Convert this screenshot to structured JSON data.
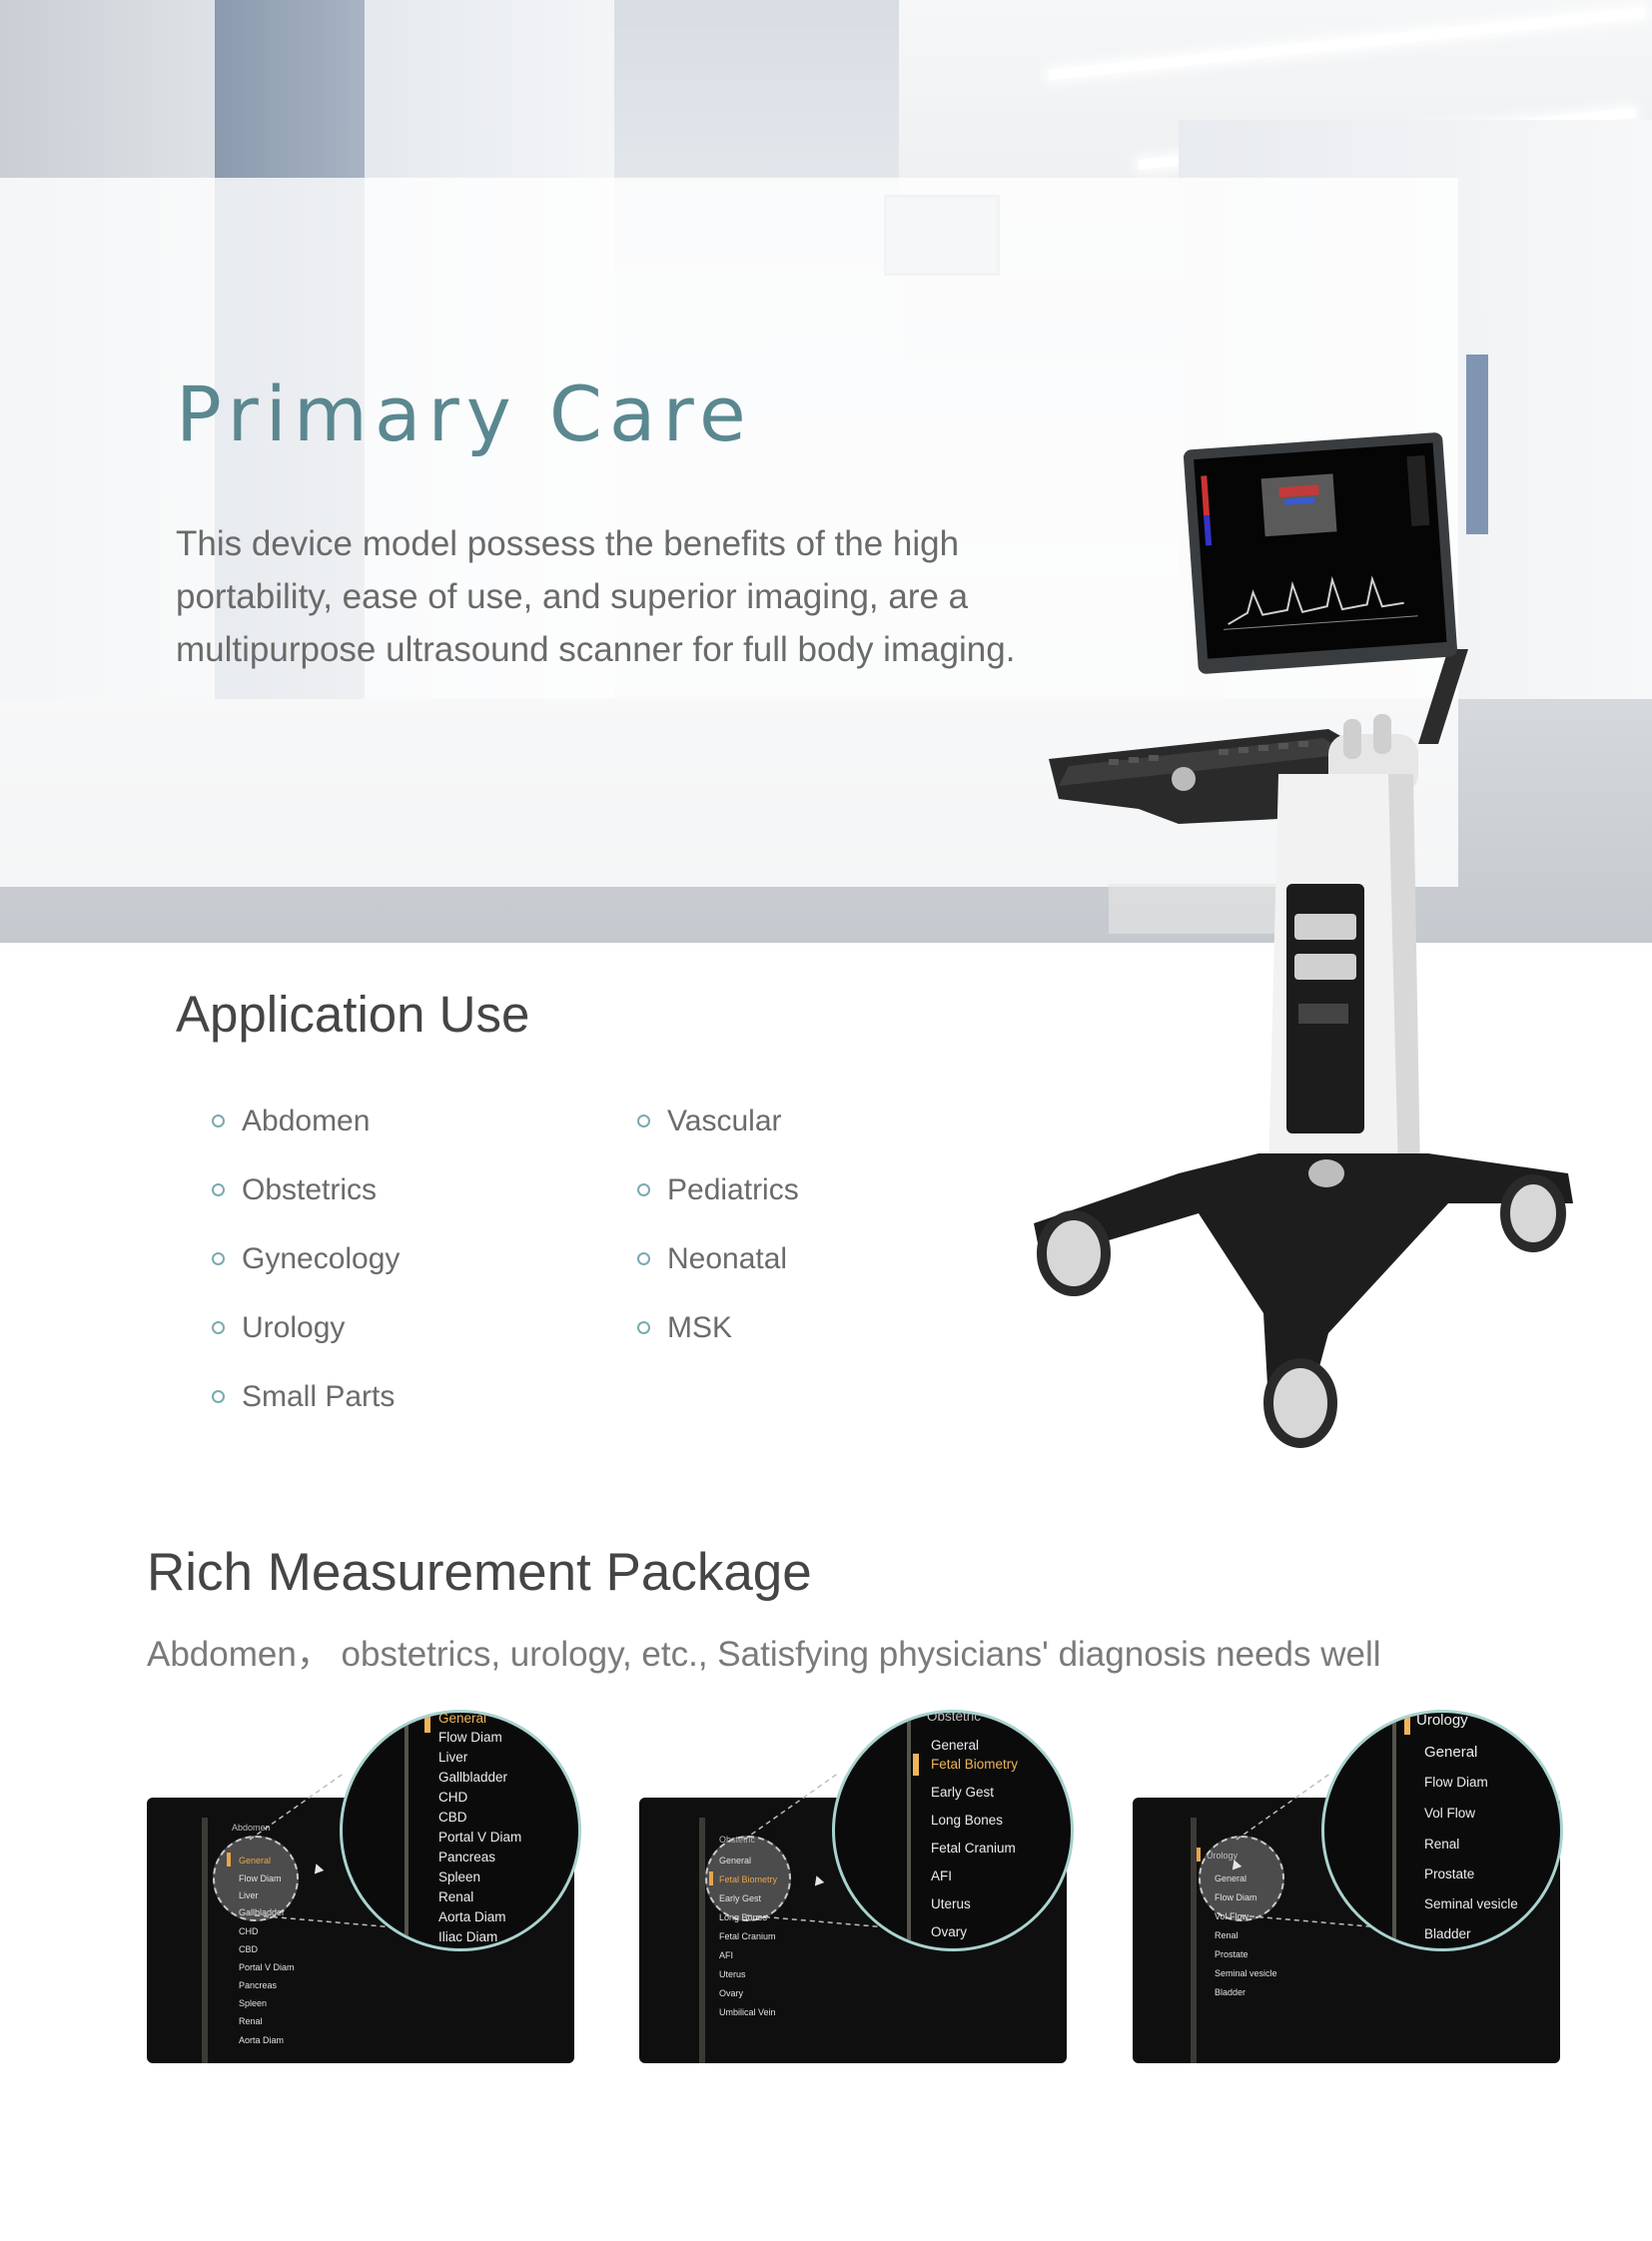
{
  "hero": {
    "title": "Primary Care",
    "description": "This device model possess the benefits of  the high portability, ease of use, and superior imaging, are a multipurpose ultrasound scanner for full body imaging."
  },
  "application": {
    "title": "Application Use",
    "left_items": [
      "Abdomen",
      "Obstetrics",
      "Gynecology",
      "Urology",
      "Small Parts"
    ],
    "right_items": [
      "Vascular",
      "Pediatrics",
      "Neonatal",
      "MSK"
    ]
  },
  "measurement": {
    "title": "Rich Measurement Package",
    "subtitle": "Abdomen， obstetrics, urology, etc., Satisfying physicians' diagnosis needs well",
    "panels": [
      {
        "menu_title": "Abdomen",
        "items": [
          "General",
          "Flow Diam",
          "Liver",
          "Gallbladder",
          "CHD",
          "CBD",
          "Portal V Diam",
          "Pancreas",
          "Spleen",
          "Renal",
          "Aorta Diam"
        ],
        "selected": "General",
        "zoom_items": [
          "General",
          "Flow Diam",
          "Liver",
          "Gallbladder",
          "CHD",
          "CBD",
          "Portal V Diam",
          "Pancreas",
          "Spleen",
          "Renal",
          "Aorta Diam",
          "Iliac Diam"
        ],
        "zoom_selected": "General"
      },
      {
        "menu_title": "Obstetric",
        "items": [
          "General",
          "Fetal Biometry",
          "Early Gest",
          "Long Bones",
          "Fetal Cranium",
          "AFI",
          "Uterus",
          "Ovary",
          "Umbilical Vein"
        ],
        "selected": "Fetal Biometry",
        "zoom_items": [
          "Obstetric",
          "General",
          "Fetal Biometry",
          "Early Gest",
          "Long Bones",
          "Fetal Cranium",
          "AFI",
          "Uterus",
          "Ovary"
        ],
        "zoom_selected": "Fetal Biometry"
      },
      {
        "menu_title": "Urology",
        "items": [
          "General",
          "Flow Diam",
          "Vol Flow",
          "Renal",
          "Prostate",
          "Seminal vesicle",
          "Bladder"
        ],
        "selected": "Urology",
        "zoom_items": [
          "Urology",
          "General",
          "Flow Diam",
          "Vol Flow",
          "Renal",
          "Prostate",
          "Seminal vesicle",
          "Bladder"
        ],
        "zoom_selected": "Urology"
      }
    ]
  },
  "colors": {
    "title_teal": "#5b8890",
    "bullet": "#7aaab2",
    "heading": "#454545",
    "body_text": "#6a6a6a",
    "menu_highlight": "#e8a54a",
    "zoom_ring": "#a9d3cf"
  }
}
